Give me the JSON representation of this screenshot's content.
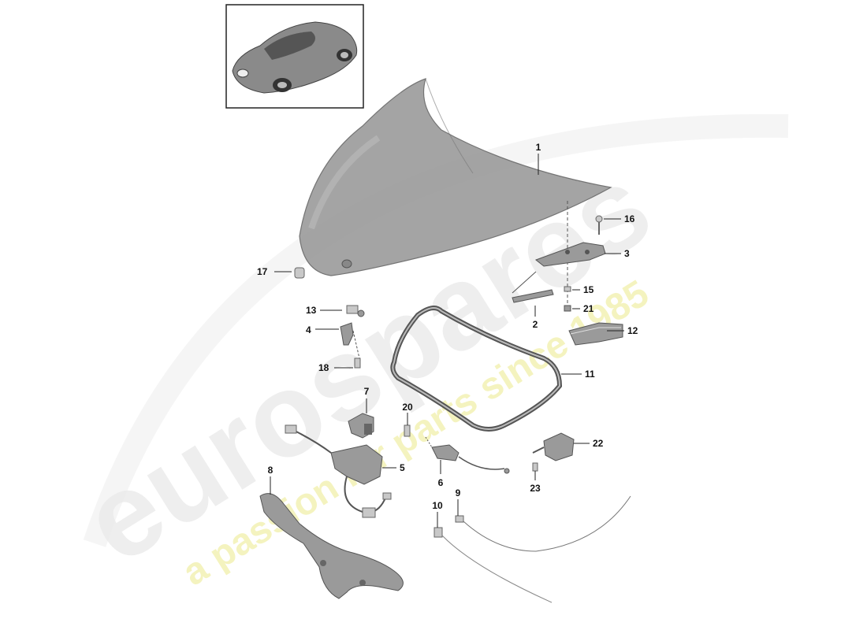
{
  "watermark": {
    "brand": "eurospares",
    "tagline": "a passion for parts since 1985",
    "brand_color": "#e6e6e6",
    "tagline_color": "#f4f2b8"
  },
  "thumbnail": {
    "icon": "car-thumbnail-icon"
  },
  "callouts": [
    {
      "id": "1",
      "label": "1"
    },
    {
      "id": "2",
      "label": "2"
    },
    {
      "id": "3",
      "label": "3"
    },
    {
      "id": "4",
      "label": "4"
    },
    {
      "id": "5",
      "label": "5"
    },
    {
      "id": "6",
      "label": "6"
    },
    {
      "id": "7",
      "label": "7"
    },
    {
      "id": "8",
      "label": "8"
    },
    {
      "id": "9",
      "label": "9"
    },
    {
      "id": "10",
      "label": "10"
    },
    {
      "id": "11",
      "label": "11"
    },
    {
      "id": "12",
      "label": "12"
    },
    {
      "id": "13",
      "label": "13"
    },
    {
      "id": "15",
      "label": "15"
    },
    {
      "id": "16",
      "label": "16"
    },
    {
      "id": "17",
      "label": "17"
    },
    {
      "id": "18",
      "label": "18"
    },
    {
      "id": "20",
      "label": "20"
    },
    {
      "id": "21",
      "label": "21"
    },
    {
      "id": "22",
      "label": "22"
    },
    {
      "id": "23",
      "label": "23"
    }
  ]
}
